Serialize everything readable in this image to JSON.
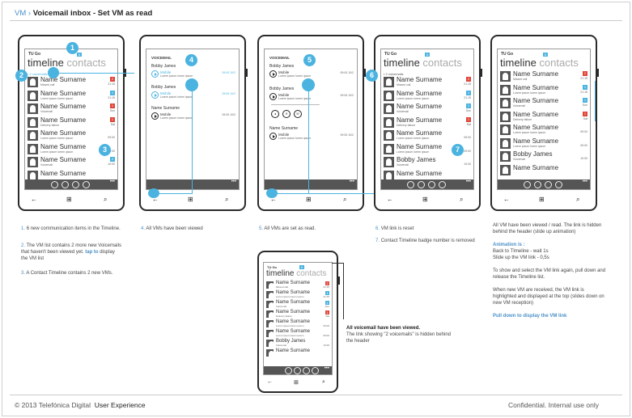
{
  "header": {
    "crumb": "VM ›",
    "title": "Voicemail inbox - Set VM as read"
  },
  "footer": {
    "copyright": "© 2013 Telefónica Digital",
    "dept": "User Experience",
    "confidential": "Confidential. Internal use only"
  },
  "phone": {
    "app": "TU Go",
    "timeline": "timeline",
    "contacts": "contacts",
    "vm_link": "2 voicemails",
    "voicemail": "VOICEMAIL",
    "mobile": "Mobile",
    "sub": "Lorem ipsum lorem ipsum",
    "back": "←",
    "search": "⌕",
    "more": "•••",
    "vbadge": "6"
  },
  "rows": {
    "p1": [
      {
        "name": "Name Surname",
        "sub": "Missed call",
        "badge": "2",
        "color": "#e0453a",
        "time": "21:15"
      },
      {
        "name": "Name Surname",
        "sub": "Lorem ipsum lorem ipsum",
        "badge": "1",
        "color": "#4ab3e0",
        "time": "21:15"
      },
      {
        "name": "Name Surname",
        "sub": "Voicemail",
        "badge": "1",
        "color": "#e0453a",
        "time": "Sun"
      },
      {
        "name": "Name Surname",
        "sub": "Delivery failure",
        "badge": "1",
        "color": "#e0453a",
        "time": "Sat"
      },
      {
        "name": "Name Surname",
        "sub": "Lorem ipsum lorem ipsum",
        "badge": "",
        "color": "",
        "time": "09:00"
      },
      {
        "name": "Name Surname",
        "sub": "Lorem ipsum lorem ipsum",
        "badge": "",
        "color": "",
        "time": "09:00"
      },
      {
        "name": "Name Surname",
        "sub": "Voicemail",
        "badge": "2",
        "color": "#4ab3e0",
        "time": "10:00"
      },
      {
        "name": "Name Surname",
        "sub": "",
        "badge": "",
        "color": "",
        "time": ""
      }
    ],
    "p4": [
      {
        "name": "Name Surname",
        "sub": "Missed call",
        "badge": "2",
        "color": "#e0453a",
        "time": "21:15"
      },
      {
        "name": "Name Surname",
        "sub": "Lorem ipsum lorem ipsum",
        "badge": "1",
        "color": "#4ab3e0",
        "time": "21:15"
      },
      {
        "name": "Name Surname",
        "sub": "Voicemail",
        "badge": "1",
        "color": "#4ab3e0",
        "time": "Sun"
      },
      {
        "name": "Name Surname",
        "sub": "Delivery failure",
        "badge": "1",
        "color": "#e0453a",
        "time": "Sat"
      },
      {
        "name": "Name Surname",
        "sub": "Lorem ipsum lorem ipsum",
        "badge": "",
        "color": "",
        "time": "09:00"
      },
      {
        "name": "Name Surname",
        "sub": "Lorem ipsum lorem ipsum",
        "badge": "",
        "color": "",
        "time": "09:00"
      },
      {
        "name": "Bobby James",
        "sub": "Voicemail",
        "badge": "",
        "color": "",
        "time": "10:00"
      },
      {
        "name": "Name Surname",
        "sub": "",
        "badge": "",
        "color": "",
        "time": ""
      }
    ]
  },
  "vm": {
    "p2": [
      {
        "name": "Bobby James",
        "label": "Mobile",
        "time": "09:00 10/2",
        "blue": true
      },
      {
        "name": "Bobby James",
        "label": "Mobile",
        "time": "09:00 10/2",
        "blue": true
      },
      {
        "name": "Name Surname",
        "label": "Mobile",
        "time": "09:00 10/2",
        "blue": false
      }
    ],
    "p3": [
      {
        "name": "Bobby James",
        "label": "Mobile",
        "time": "09:00 10/2"
      },
      {
        "name": "Bobby James",
        "label": "Mobile",
        "time": "09:00 10/2"
      },
      {
        "name": "Name Surname",
        "label": "Mobile",
        "time": "09:00 10/2"
      }
    ]
  },
  "captions": {
    "c1": [
      {
        "n": "1.",
        "t": "6 new communication items in the Timeline."
      },
      {
        "n": "2.",
        "t": "The VM list contains 2 more new Voicemails that haven't been viewed yet.",
        "link": "tap to",
        "tail": "display the VM list"
      },
      {
        "n": "3.",
        "t": "A Contact Timeline contains 2 new VMs."
      }
    ],
    "c2": {
      "n": "4.",
      "t": "All VMs have been viewed"
    },
    "c3": {
      "n": "5.",
      "t": "All VMs are set as read."
    },
    "c4": [
      {
        "n": "6.",
        "t": "VM link is reset"
      },
      {
        "n": "7.",
        "t": "Contact Timeline badge number is removed"
      }
    ],
    "c5": {
      "p1": "All VM have been viewed / read. The link is hidden behind the header (slide up animation)",
      "anim_title": "Animation is :",
      "anim_1": "Back to TImeline - wait 1s",
      "anim_2": "Slide up the VM link - 0,5s",
      "p2": "To show and select the VM link again, pull down and release the Timeline list.",
      "p3": "When new VM are received, the VM link is highlighted and displayed at the top (slides down on new VM reception)",
      "pull": "Pull down to display the VM link"
    },
    "c6": {
      "title": "All voicemail have been viewed.",
      "body": "The link showing \"2 voicemails\" is hidden behind the header"
    }
  },
  "steps": [
    "1",
    "2",
    "3",
    "4",
    "5",
    "6",
    "7"
  ],
  "colors": {
    "accent": "#4ab3e0",
    "red": "#e0453a"
  }
}
